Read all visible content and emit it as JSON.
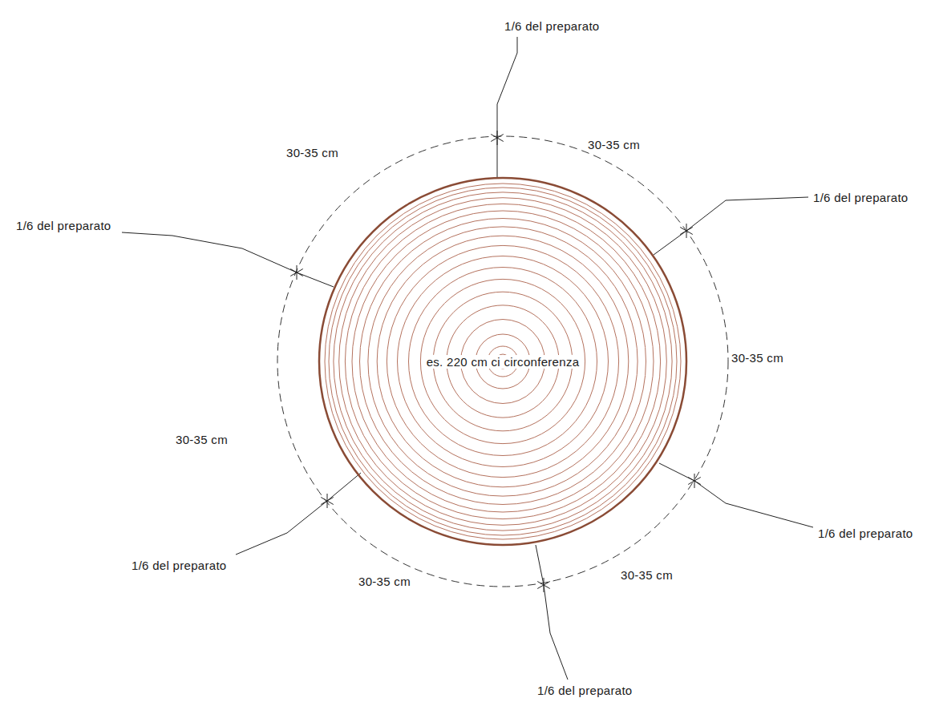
{
  "diagram": {
    "nodes": [
      {
        "text": [
          "es. 220 cm ci circonferenza"
        ]
      }
    ],
    "labels": [
      "1/6 del preparato",
      "30-35 cm",
      "30-35 cm",
      "1/6 del preparato",
      "1/6 del preparato",
      "30-35 cm",
      "30-35 cm",
      "1/6 del preparato",
      "1/6 del preparato",
      "30-35 cm",
      "30-35 cm",
      "1/6 del preparato"
    ]
  }
}
